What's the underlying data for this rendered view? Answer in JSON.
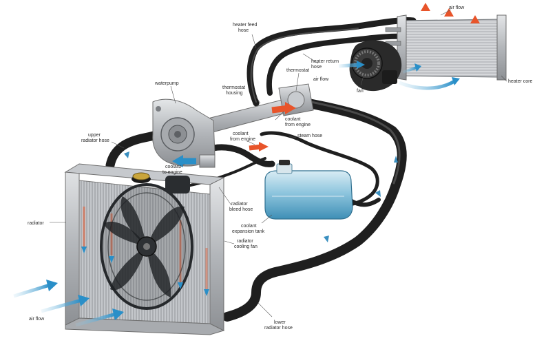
{
  "labels": {
    "heater_feed_hose": [
      "heater feed",
      "hose"
    ],
    "heater_return_hose": [
      "heater return",
      "hose"
    ],
    "air_flow_top": "air flow",
    "heater_core": "heater core",
    "air_flow_mid": "air flow",
    "fan": "fan",
    "thermostat": "thermostat",
    "thermostat_housing": [
      "thermostat",
      "housing"
    ],
    "waterpump": "waterpump",
    "coolant_from_engine_upper": [
      "coolant",
      "from engine"
    ],
    "coolant_from_engine_lower": [
      "coolant",
      "from engine"
    ],
    "steam_hose": "steam hose",
    "upper_radiator_hose": [
      "upper",
      "radiator hose"
    ],
    "coolant_to_engine": [
      "coolant",
      "to engine"
    ],
    "radiator": "radiator",
    "radiator_bleed_hose": [
      "radiator",
      "bleed hose"
    ],
    "coolant_expansion_tank": [
      "coolant",
      "expansion tank"
    ],
    "radiator_cooling_fan": [
      "radiator",
      "cooling fan"
    ],
    "air_flow_bottom": "air flow",
    "lower_radiator_hose": [
      "lower",
      "radiator hose"
    ]
  },
  "colors": {
    "hot_arrow": "#e8542a",
    "cold_arrow": "#2a8fc8",
    "coolant_tank": "#4aa3c9",
    "hose": "#1f1f1f",
    "metal": "#b9bcc0"
  }
}
